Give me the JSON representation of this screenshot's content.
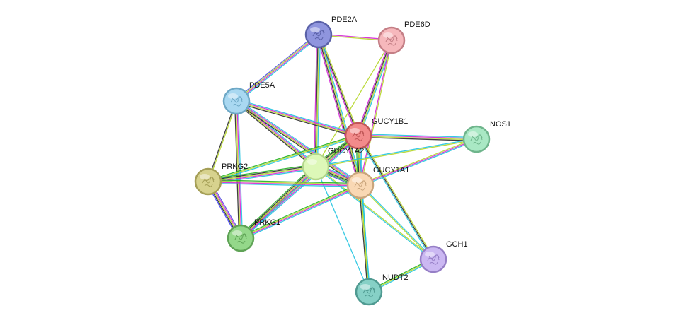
{
  "network": {
    "nodes": [
      {
        "id": "PDE2A",
        "label": "PDE2A",
        "color": "#8f95de",
        "stroke": "#5a61a8"
      },
      {
        "id": "PDE6D",
        "label": "PDE6D",
        "color": "#f6b8bc",
        "stroke": "#c47f86"
      },
      {
        "id": "PDE5A",
        "label": "PDE5A",
        "color": "#a9d8f1",
        "stroke": "#6ea8c6"
      },
      {
        "id": "GUCY1B1",
        "label": "GUCY1B1",
        "color": "#f28b8b",
        "stroke": "#c05757"
      },
      {
        "id": "NOS1",
        "label": "NOS1",
        "color": "#a9e8c4",
        "stroke": "#6fb58c"
      },
      {
        "id": "GUCY1A2",
        "label": "GUCY1A2",
        "color": "#ddf8b8",
        "stroke": "#b3d68b"
      },
      {
        "id": "PRKG2",
        "label": "PRKG2",
        "color": "#d7d28e",
        "stroke": "#a59f57"
      },
      {
        "id": "GUCY1A1",
        "label": "GUCY1A1",
        "color": "#f9d8b4",
        "stroke": "#c9a57d"
      },
      {
        "id": "PRKG1",
        "label": "PRKG1",
        "color": "#94d88a",
        "stroke": "#5fa356"
      },
      {
        "id": "GCH1",
        "label": "GCH1",
        "color": "#cbb8f2",
        "stroke": "#967fc6"
      },
      {
        "id": "NUDT2",
        "label": "NUDT2",
        "color": "#86d0c6",
        "stroke": "#4f9a91"
      }
    ],
    "edge_colors": {
      "database": "#22c4e0",
      "experiment": "#d426d4",
      "textmining": "#b5d628",
      "coexpression": "#2a2a2a",
      "neighborhood": "#22b022",
      "homology": "#5353e0",
      "cooccurrence": "#3b3bff"
    },
    "edges": [
      {
        "a": "PDE2A",
        "b": "PDE6D",
        "types": [
          "experiment",
          "textmining"
        ]
      },
      {
        "a": "PDE2A",
        "b": "PDE5A",
        "types": [
          "database",
          "experiment",
          "textmining",
          "homology"
        ]
      },
      {
        "a": "PDE2A",
        "b": "GUCY1B1",
        "types": [
          "textmining",
          "coexpression",
          "experiment"
        ]
      },
      {
        "a": "PDE2A",
        "b": "GUCY1A2",
        "types": [
          "database",
          "textmining",
          "coexpression",
          "experiment"
        ]
      },
      {
        "a": "PDE2A",
        "b": "GUCY1A1",
        "types": [
          "database",
          "textmining",
          "coexpression",
          "experiment"
        ]
      },
      {
        "a": "PDE6D",
        "b": "GUCY1B1",
        "types": [
          "database",
          "textmining",
          "coexpression",
          "experiment"
        ]
      },
      {
        "a": "PDE6D",
        "b": "GUCY1A2",
        "types": [
          "textmining"
        ]
      },
      {
        "a": "PDE6D",
        "b": "GUCY1A1",
        "types": [
          "textmining",
          "experiment"
        ]
      },
      {
        "a": "PDE5A",
        "b": "GUCY1B1",
        "types": [
          "database",
          "experiment",
          "textmining",
          "coexpression"
        ]
      },
      {
        "a": "PDE5A",
        "b": "GUCY1A2",
        "types": [
          "database",
          "experiment",
          "textmining",
          "coexpression"
        ]
      },
      {
        "a": "PDE5A",
        "b": "GUCY1A1",
        "types": [
          "database",
          "experiment",
          "textmining",
          "coexpression"
        ]
      },
      {
        "a": "PDE5A",
        "b": "PRKG2",
        "types": [
          "textmining",
          "coexpression"
        ]
      },
      {
        "a": "PDE5A",
        "b": "PRKG1",
        "types": [
          "database",
          "experiment",
          "textmining",
          "coexpression"
        ]
      },
      {
        "a": "GUCY1B1",
        "b": "NOS1",
        "types": [
          "database",
          "experiment",
          "textmining",
          "coexpression"
        ]
      },
      {
        "a": "GUCY1B1",
        "b": "GUCY1A2",
        "types": [
          "database",
          "experiment",
          "textmining",
          "coexpression",
          "neighborhood"
        ]
      },
      {
        "a": "GUCY1B1",
        "b": "GUCY1A1",
        "types": [
          "database",
          "experiment",
          "textmining",
          "coexpression",
          "neighborhood"
        ]
      },
      {
        "a": "GUCY1B1",
        "b": "PRKG2",
        "types": [
          "database",
          "textmining",
          "neighborhood"
        ]
      },
      {
        "a": "GUCY1B1",
        "b": "PRKG1",
        "types": [
          "database",
          "experiment",
          "textmining",
          "neighborhood"
        ]
      },
      {
        "a": "GUCY1B1",
        "b": "GCH1",
        "types": [
          "textmining",
          "coexpression",
          "database"
        ]
      },
      {
        "a": "GUCY1B1",
        "b": "NUDT2",
        "types": [
          "database",
          "textmining"
        ]
      },
      {
        "a": "NOS1",
        "b": "GUCY1A2",
        "types": [
          "textmining",
          "database"
        ]
      },
      {
        "a": "NOS1",
        "b": "GUCY1A1",
        "types": [
          "database",
          "experiment",
          "textmining"
        ]
      },
      {
        "a": "GUCY1A2",
        "b": "GUCY1A1",
        "types": [
          "database",
          "experiment",
          "textmining",
          "coexpression",
          "neighborhood",
          "homology"
        ]
      },
      {
        "a": "GUCY1A2",
        "b": "PRKG2",
        "types": [
          "database",
          "experiment",
          "textmining",
          "coexpression",
          "neighborhood"
        ]
      },
      {
        "a": "GUCY1A2",
        "b": "PRKG1",
        "types": [
          "database",
          "experiment",
          "textmining",
          "coexpression",
          "neighborhood"
        ]
      },
      {
        "a": "GUCY1A2",
        "b": "GCH1",
        "types": [
          "textmining",
          "database"
        ]
      },
      {
        "a": "GUCY1A2",
        "b": "NUDT2",
        "types": [
          "database"
        ]
      },
      {
        "a": "GUCY1A1",
        "b": "PRKG2",
        "types": [
          "database",
          "experiment",
          "textmining",
          "neighborhood"
        ]
      },
      {
        "a": "GUCY1A1",
        "b": "PRKG1",
        "types": [
          "database",
          "experiment",
          "textmining",
          "neighborhood"
        ]
      },
      {
        "a": "GUCY1A1",
        "b": "GCH1",
        "types": [
          "database",
          "textmining"
        ]
      },
      {
        "a": "GUCY1A1",
        "b": "NUDT2",
        "types": [
          "database",
          "textmining",
          "coexpression"
        ]
      },
      {
        "a": "PRKG2",
        "b": "PRKG1",
        "types": [
          "homology",
          "experiment",
          "textmining",
          "coexpression",
          "cooccurrence"
        ]
      },
      {
        "a": "GCH1",
        "b": "NUDT2",
        "types": [
          "database",
          "textmining",
          "neighborhood"
        ]
      }
    ]
  }
}
